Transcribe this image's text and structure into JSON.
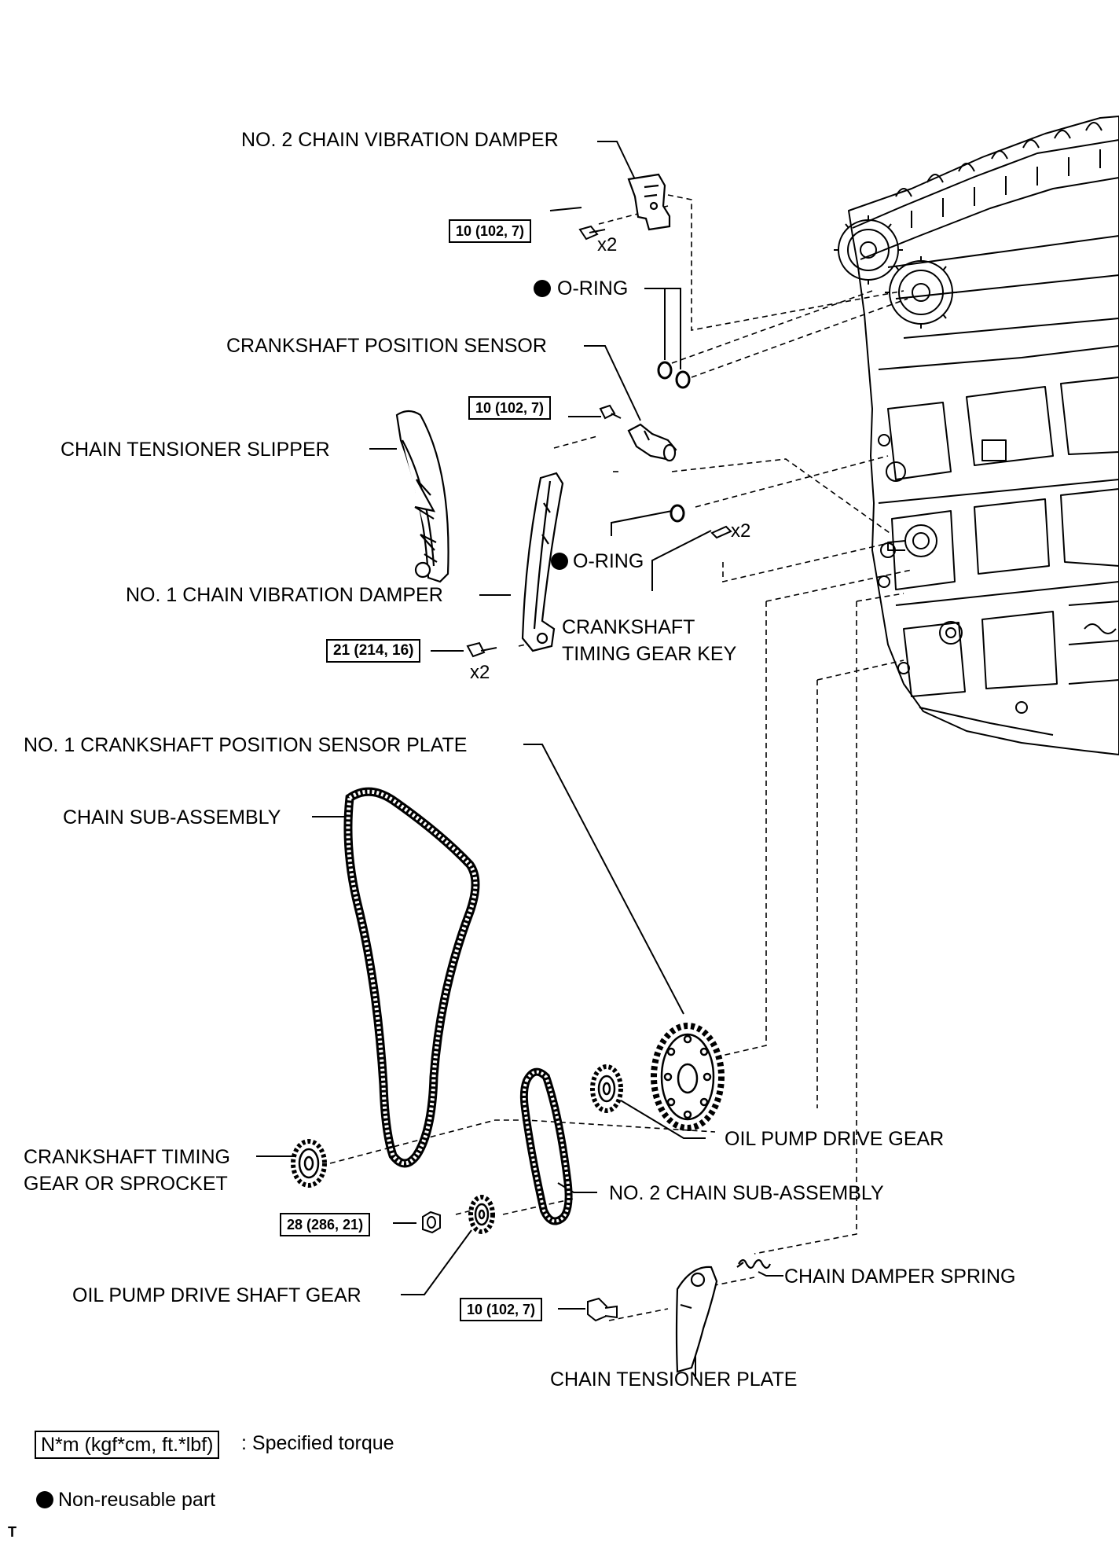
{
  "labels": {
    "no2_chain_vibration_damper": "NO. 2 CHAIN VIBRATION DAMPER",
    "o_ring_top": "O-RING",
    "crankshaft_position_sensor": "CRANKSHAFT POSITION SENSOR",
    "chain_tensioner_slipper": "CHAIN TENSIONER SLIPPER",
    "o_ring_mid": "O-RING",
    "no1_chain_vibration_damper": "NO. 1 CHAIN VIBRATION DAMPER",
    "crankshaft_timing_gear_key_1": "CRANKSHAFT",
    "crankshaft_timing_gear_key_2": "TIMING GEAR KEY",
    "no1_crankshaft_position_sensor_plate": "NO. 1 CRANKSHAFT POSITION SENSOR PLATE",
    "chain_sub_assembly": "CHAIN SUB-ASSEMBLY",
    "oil_pump_drive_gear": "OIL PUMP DRIVE GEAR",
    "crankshaft_timing_gear_1": "CRANKSHAFT TIMING",
    "crankshaft_timing_gear_2": "GEAR OR SPROCKET",
    "no2_chain_sub_assembly": "NO. 2 CHAIN SUB-ASSEMBLY",
    "chain_damper_spring": "CHAIN DAMPER SPRING",
    "oil_pump_drive_shaft_gear": "OIL PUMP DRIVE SHAFT GEAR",
    "chain_tensioner_plate": "CHAIN TENSIONER PLATE"
  },
  "quantities": {
    "no2_damper_bolts": "x2",
    "gear_key": "x2",
    "no1_damper_bolts": "x2"
  },
  "torques": {
    "no2_damper": "10 (102, 7)",
    "sensor": "10 (102, 7)",
    "no1_damper": "21 (214, 16)",
    "drive_shaft_gear_nut": "28 (286, 21)",
    "tensioner_plate": "10 (102, 7)"
  },
  "legend": {
    "torque_unit": "N*m (kgf*cm, ft.*lbf)",
    "torque_desc": ": Specified torque",
    "nonreusable_desc": "Non-reusable part"
  },
  "corner_mark": "T",
  "icons": {
    "nonreusable_marker": "filled-circle-icon"
  },
  "colors": {
    "ink": "#000000",
    "background": "#ffffff"
  }
}
